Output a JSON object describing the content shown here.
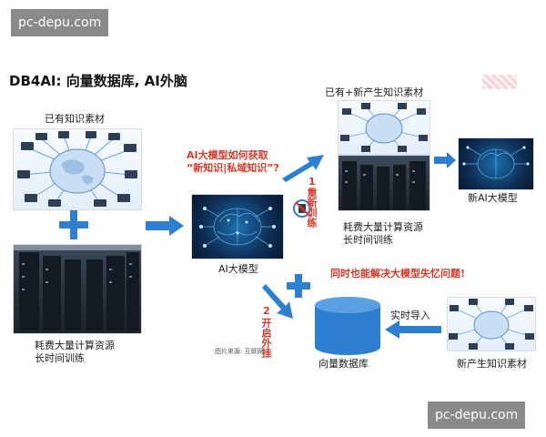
{
  "watermark_top": "pc-depu.com",
  "watermark_bottom": "pc-depu.com",
  "title": "DB4AI: 向量数据库, AI外脑",
  "labels": {
    "existing_material": "已有知识素材",
    "compute_line1": "耗费大量计算资源",
    "compute_line2": "长时间训练",
    "question_line1": "AI大模型如何获取",
    "question_line2": "“新知识|私域知识”?",
    "ai_model": "AI大模型",
    "existing_plus_new": "已有+新产生知识素材",
    "compute2_line1": "耗费大量计算资源",
    "compute2_line2": "长时间训练",
    "new_ai_model": "新AI大模型",
    "retrain_num": "1",
    "retrain_text": "重新训练",
    "plugin_num": "2",
    "plugin_text": "开启外挂",
    "memory_note": "同时也能解决大模型失忆问题!",
    "realtime_import": "实时导入",
    "vector_db": "向量数据库",
    "new_material": "新产生知识素材",
    "source": "图片来源: 互联网"
  },
  "colors": {
    "arrow": "#2f7fd0",
    "red": "#d43a2a",
    "db_blue": "#2f7fd0",
    "watermark_bg": "#8a8a8a"
  }
}
